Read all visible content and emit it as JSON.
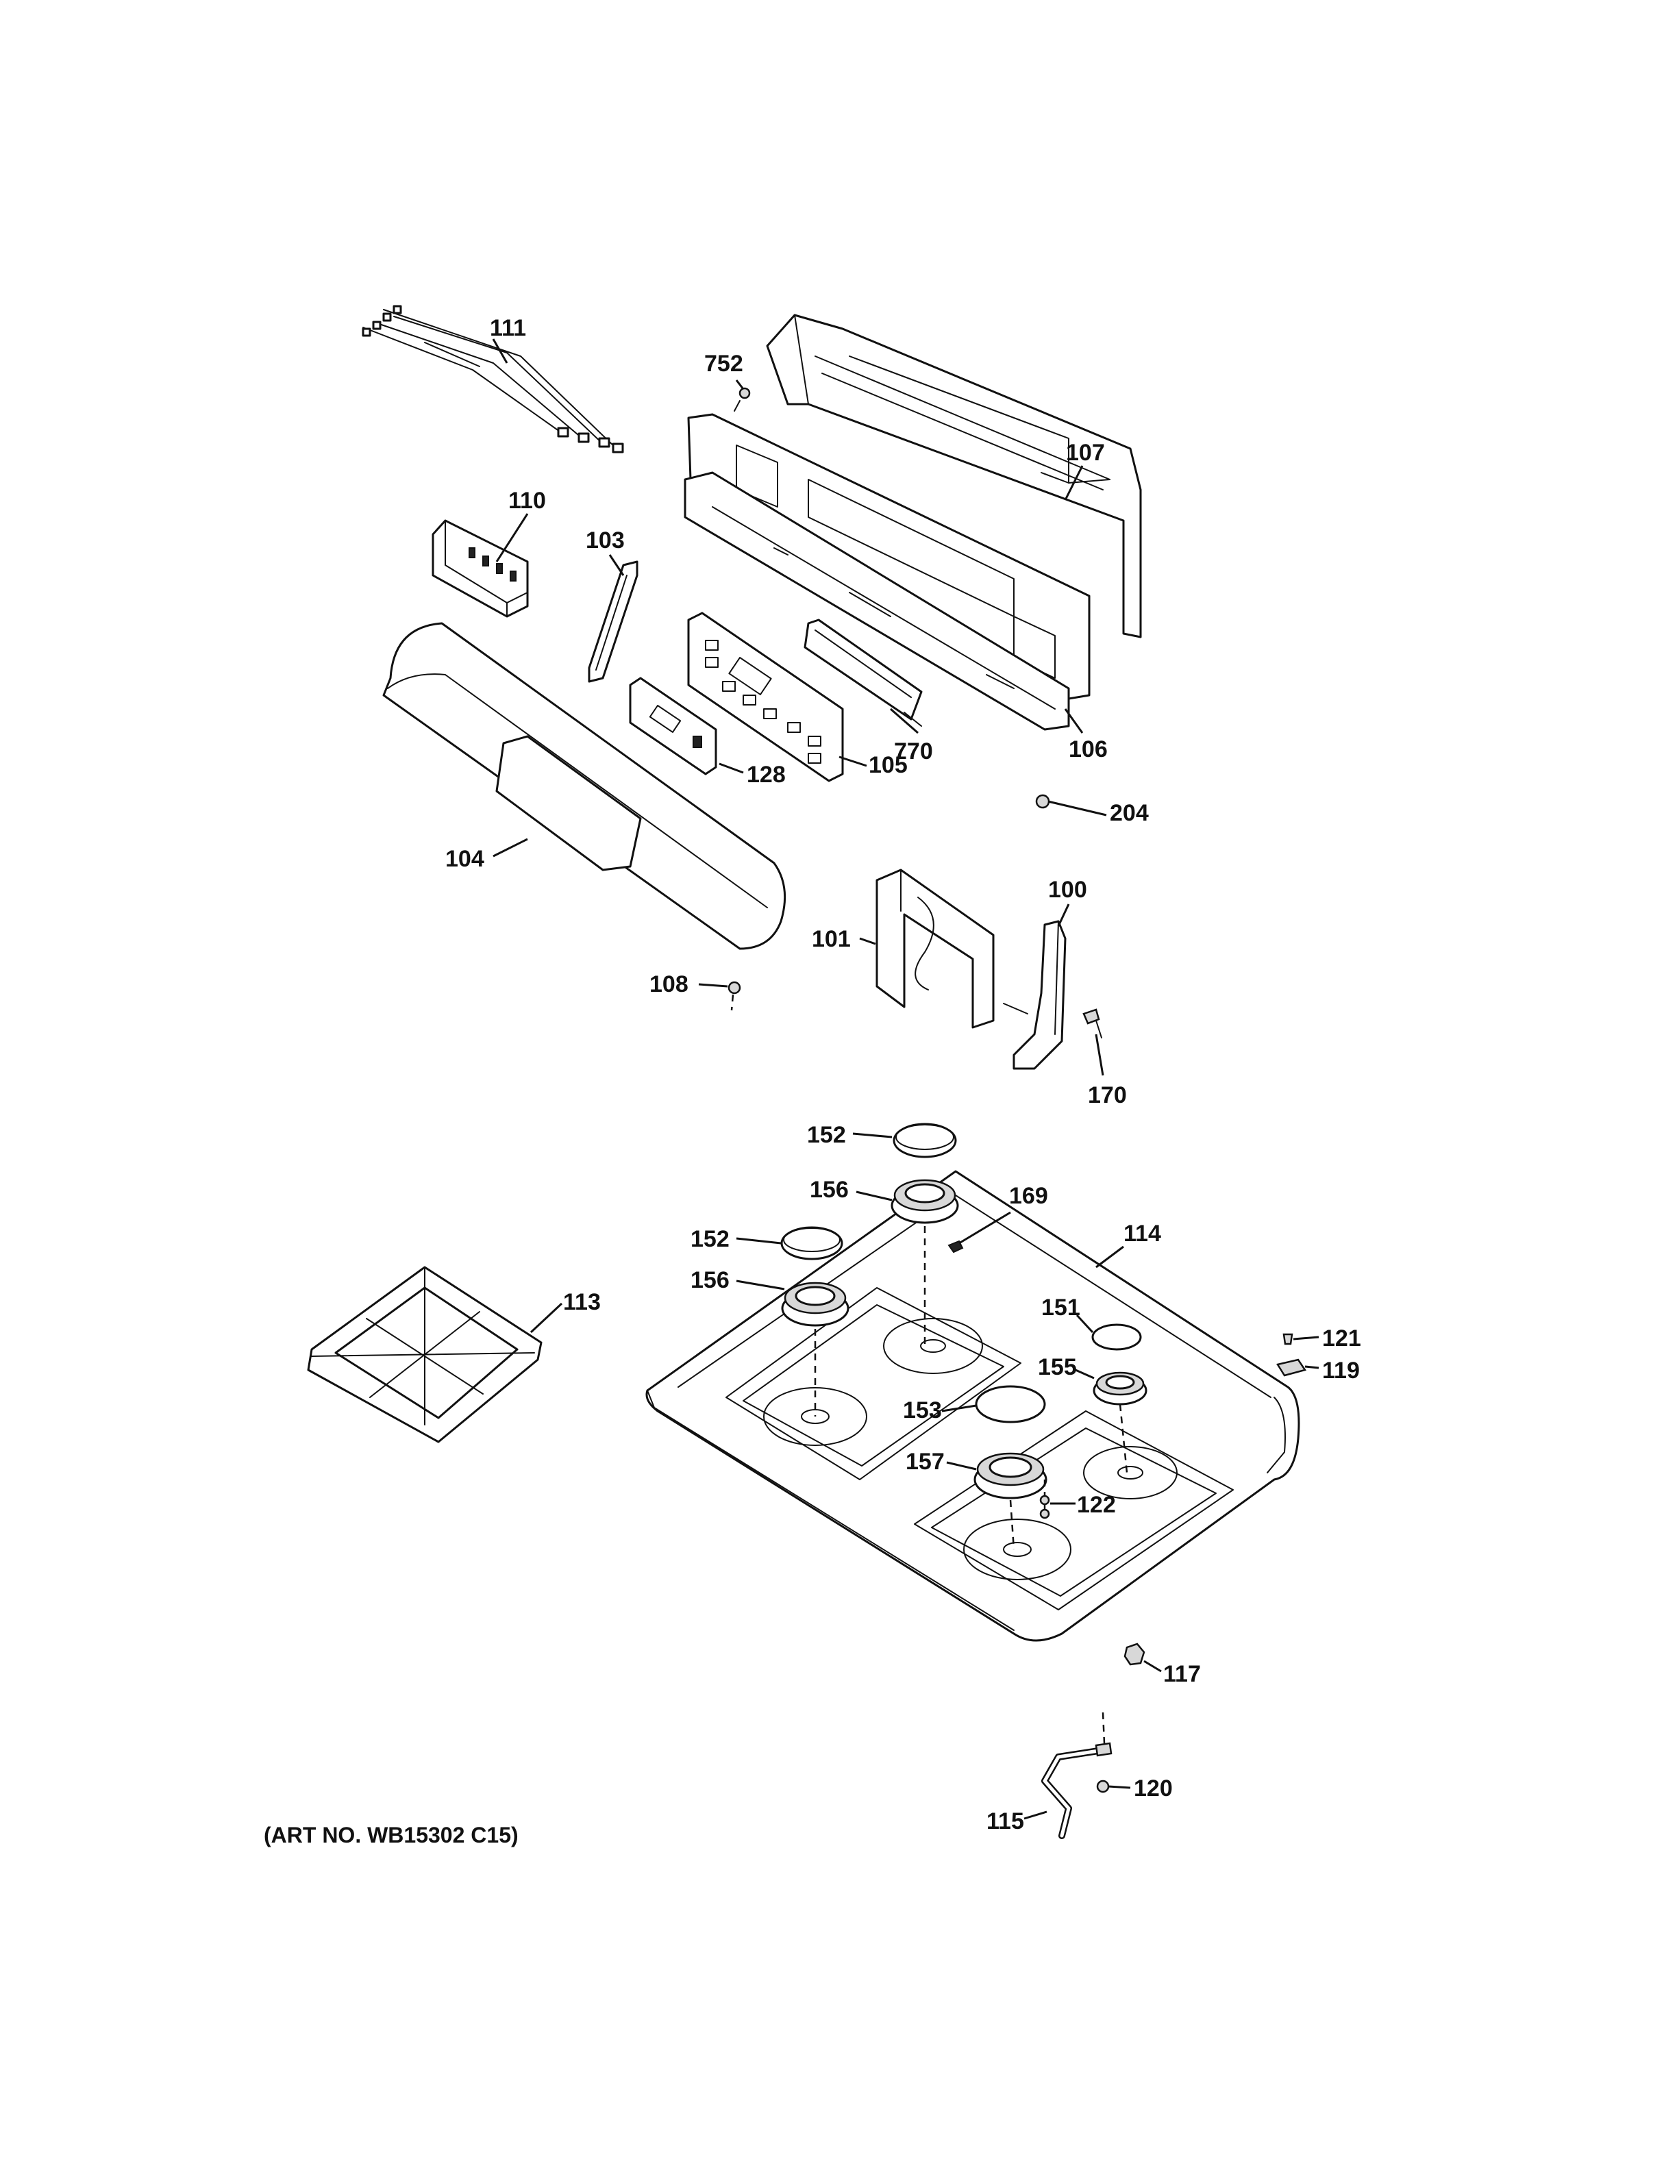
{
  "art_number": "(ART NO. WB15302 C15)",
  "callouts": {
    "c111": "111",
    "c752": "752",
    "c107": "107",
    "c110": "110",
    "c103": "103",
    "c105": "105",
    "c128": "128",
    "c770": "770",
    "c106": "106",
    "c204": "204",
    "c104": "104",
    "c100": "100",
    "c101": "101",
    "c108": "108",
    "c170": "170",
    "c152a": "152",
    "c156a": "156",
    "c169": "169",
    "c152b": "152",
    "c114": "114",
    "c156b": "156",
    "c113": "113",
    "c151": "151",
    "c121": "121",
    "c155": "155",
    "c119": "119",
    "c153": "153",
    "c157": "157",
    "c122": "122",
    "c117": "117",
    "c120": "120",
    "c115": "115"
  }
}
